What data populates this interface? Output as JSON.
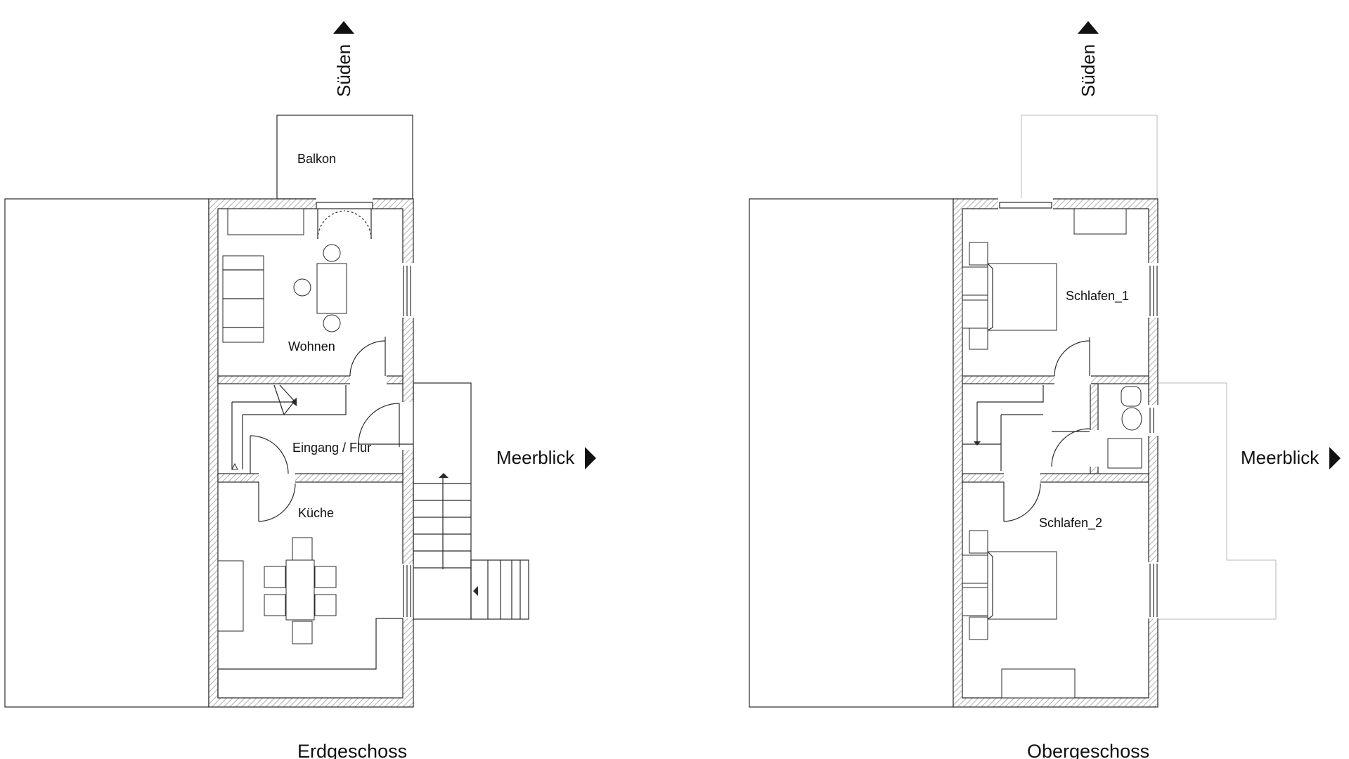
{
  "floors": [
    {
      "title": "Erdgeschoss",
      "rooms": {
        "balkon": "Balkon",
        "wohnen": "Wohnen",
        "flur": "Eingang / Flur",
        "kueche": "Küche"
      },
      "north_label": "Süden",
      "view_label": "Meerblick"
    },
    {
      "title": "Obergeschoss",
      "rooms": {
        "schlafen1": "Schlafen_1",
        "schlafen2": "Schlafen_2"
      },
      "north_label": "Süden",
      "view_label": "Meerblick"
    }
  ],
  "colors": {
    "line": "#2a2a2a",
    "faint": "#b8b8b8",
    "hatch": "#9a9a9a"
  }
}
